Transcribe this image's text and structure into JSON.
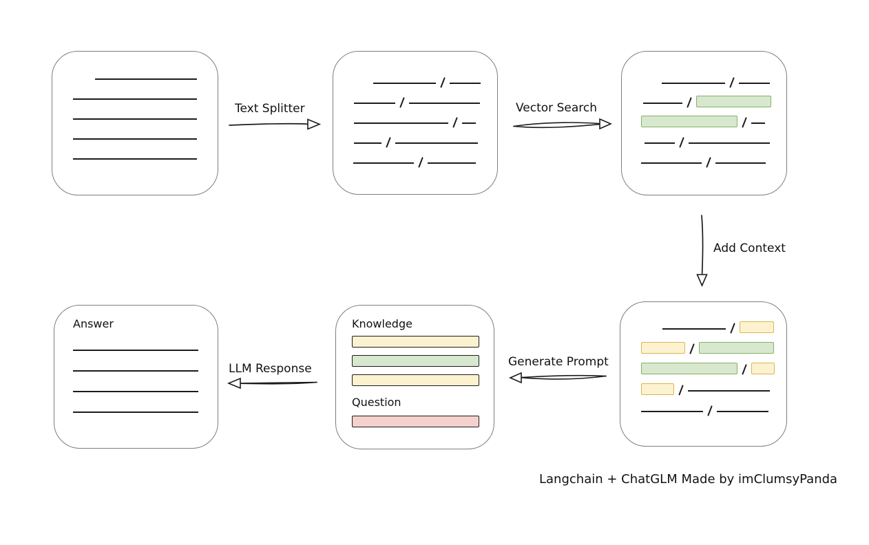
{
  "caption": "Langchain + ChatGLM Made by imClumsyPanda",
  "arrows": {
    "text_splitter": {
      "label": "Text Splitter",
      "direction": "right"
    },
    "vector_search": {
      "label": "Vector Search",
      "direction": "right"
    },
    "add_context": {
      "label": "Add Context",
      "direction": "down"
    },
    "generate_prompt": {
      "label": "Generate Prompt",
      "direction": "left"
    },
    "llm_response": {
      "label": "LLM Response",
      "direction": "left"
    }
  },
  "colors": {
    "ink": "#1b1b1b",
    "box_border": "#7d7d7d",
    "green_fill": "#d7e8cf",
    "green_stroke": "#85b066",
    "yellow_fill": "#fdf2d0",
    "yellow_stroke": "#d8b74e",
    "red_fill": "#f5d1ce",
    "red_stroke": "#c05f58"
  },
  "boxes": {
    "document": {
      "rows": [
        {
          "indent": 62,
          "segs": [
            {
              "t": "line",
              "w": 148
            }
          ]
        },
        {
          "indent": 30,
          "segs": [
            {
              "t": "line",
              "w": 180
            }
          ]
        },
        {
          "indent": 30,
          "segs": [
            {
              "t": "line",
              "w": 180
            }
          ]
        },
        {
          "indent": 30,
          "segs": [
            {
              "t": "line",
              "w": 180
            }
          ]
        },
        {
          "indent": 30,
          "segs": [
            {
              "t": "line",
              "w": 180
            }
          ]
        }
      ]
    },
    "chunks": {
      "rows": [
        {
          "indent": 58,
          "segs": [
            {
              "t": "line",
              "w": 91
            },
            {
              "t": "slash"
            },
            {
              "t": "line",
              "w": 45
            }
          ]
        },
        {
          "indent": 30,
          "segs": [
            {
              "t": "line",
              "w": 60
            },
            {
              "t": "slash"
            },
            {
              "t": "line",
              "w": 103
            }
          ]
        },
        {
          "indent": 30,
          "segs": [
            {
              "t": "line",
              "w": 137
            },
            {
              "t": "slash"
            },
            {
              "t": "line",
              "w": 20
            }
          ]
        },
        {
          "indent": 30,
          "segs": [
            {
              "t": "line",
              "w": 40
            },
            {
              "t": "slash"
            },
            {
              "t": "line",
              "w": 120
            }
          ]
        },
        {
          "indent": 29,
          "segs": [
            {
              "t": "line",
              "w": 88
            },
            {
              "t": "slash"
            },
            {
              "t": "line",
              "w": 70
            }
          ]
        }
      ]
    },
    "vector_matches": {
      "rows": [
        {
          "indent": 58,
          "segs": [
            {
              "t": "line",
              "w": 92
            },
            {
              "t": "slash"
            },
            {
              "t": "line",
              "w": 45
            }
          ]
        },
        {
          "indent": 31,
          "segs": [
            {
              "t": "line",
              "w": 57
            },
            {
              "t": "slash"
            },
            {
              "t": "hl",
              "c": "green",
              "w": 107
            }
          ]
        },
        {
          "indent": 28,
          "segs": [
            {
              "t": "hl",
              "c": "green",
              "w": 138
            },
            {
              "t": "slash"
            },
            {
              "t": "line",
              "w": 20
            }
          ]
        },
        {
          "indent": 33,
          "segs": [
            {
              "t": "line",
              "w": 44
            },
            {
              "t": "slash"
            },
            {
              "t": "line",
              "w": 118
            }
          ]
        },
        {
          "indent": 28,
          "segs": [
            {
              "t": "line",
              "w": 88
            },
            {
              "t": "slash"
            },
            {
              "t": "line",
              "w": 73
            }
          ]
        }
      ]
    },
    "context": {
      "rows": [
        {
          "indent": 61,
          "segs": [
            {
              "t": "line",
              "w": 92
            },
            {
              "t": "slash"
            },
            {
              "t": "hl",
              "c": "yellow",
              "w": 48
            }
          ]
        },
        {
          "indent": 30,
          "segs": [
            {
              "t": "hl",
              "c": "yellow",
              "w": 62
            },
            {
              "t": "slash"
            },
            {
              "t": "hl",
              "c": "green",
              "w": 107
            }
          ]
        },
        {
          "indent": 30,
          "segs": [
            {
              "t": "hl",
              "c": "green",
              "w": 138
            },
            {
              "t": "slash"
            },
            {
              "t": "hl",
              "c": "yellow",
              "w": 32
            }
          ]
        },
        {
          "indent": 30,
          "segs": [
            {
              "t": "hl",
              "c": "yellow",
              "w": 46
            },
            {
              "t": "slash"
            },
            {
              "t": "line",
              "w": 119
            }
          ]
        },
        {
          "indent": 30,
          "segs": [
            {
              "t": "line",
              "w": 90
            },
            {
              "t": "slash"
            },
            {
              "t": "line",
              "w": 75
            }
          ]
        }
      ]
    },
    "prompt": {
      "sections": [
        {
          "title": "Knowledge",
          "bars": [
            "yellow",
            "green",
            "yellow"
          ]
        },
        {
          "title": "Question",
          "bars": [
            "red"
          ]
        }
      ]
    },
    "answer": {
      "title": "Answer",
      "rows": [
        {
          "indent": 0,
          "segs": [
            {
              "t": "line",
              "w": 182
            }
          ]
        },
        {
          "indent": 0,
          "segs": [
            {
              "t": "line",
              "w": 182
            }
          ]
        },
        {
          "indent": 0,
          "segs": [
            {
              "t": "line",
              "w": 182
            }
          ]
        },
        {
          "indent": 0,
          "segs": [
            {
              "t": "line",
              "w": 182
            }
          ]
        }
      ]
    }
  }
}
